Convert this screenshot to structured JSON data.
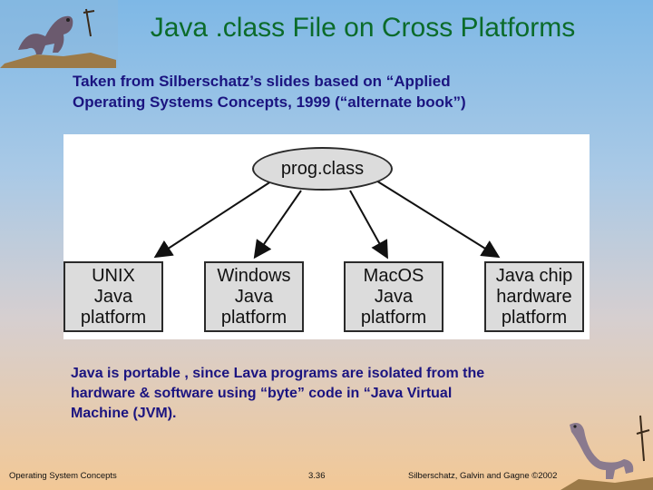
{
  "title": "Java .class File on Cross Platforms",
  "subtitle_line1": "Taken from Silberschatz’s slides based on “Applied",
  "subtitle_line2": "Operating Systems Concepts, 1999 (“alternate book”)",
  "diagram": {
    "root": "prog.class",
    "children": [
      "UNIX\nJava\nplatform",
      "Windows\nJava\nplatform",
      "MacOS\nJava\nplatform",
      "Java chip\nhardware\nplatform"
    ]
  },
  "caption_line1": "Java is portable , since Lava programs are isolated from the",
  "caption_line2": "hardware & software using “byte” code in “Java Virtual",
  "caption_line3": "Machine (JVM).",
  "footer": {
    "left": "Operating System Concepts",
    "center": "3.36",
    "right": "Silberschatz, Galvin and  Gagne ©2002"
  }
}
